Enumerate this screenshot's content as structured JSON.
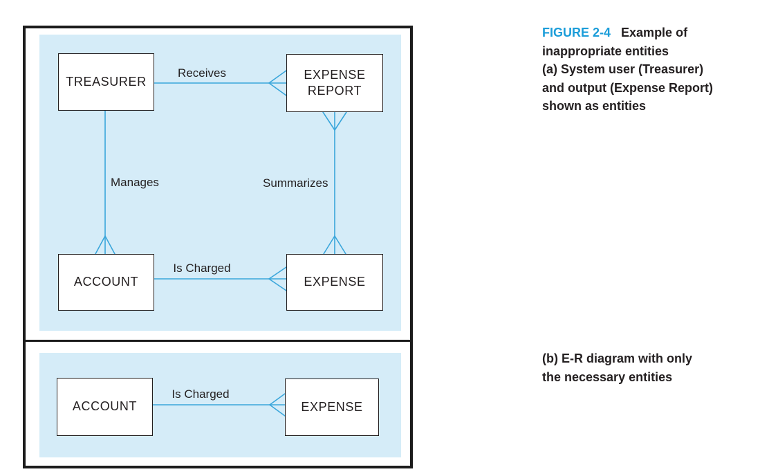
{
  "caption": {
    "figure_label": "FIGURE 2-4",
    "title_line1": "Example of",
    "title_line2": "inappropriate entities",
    "part_a_line1": "(a) System user (Treasurer)",
    "part_a_line2": "and output (Expense Report)",
    "part_a_line3": "shown as entities",
    "part_b_line1": "(b) E-R diagram with only",
    "part_b_line2": "the necessary entities"
  },
  "panel_a": {
    "entities": {
      "treasurer": {
        "label": "TREASURER"
      },
      "expense_report": {
        "label": "EXPENSE REPORT"
      },
      "account": {
        "label": "ACCOUNT"
      },
      "expense": {
        "label": "EXPENSE"
      }
    },
    "relationships": {
      "receives": {
        "label": "Receives",
        "from": "TREASURER",
        "to": "EXPENSE REPORT",
        "crow_foot_at": "EXPENSE REPORT"
      },
      "manages": {
        "label": "Manages",
        "from": "TREASURER",
        "to": "ACCOUNT",
        "crow_foot_at": "ACCOUNT"
      },
      "summarizes": {
        "label": "Summarizes",
        "from": "EXPENSE REPORT",
        "to": "EXPENSE",
        "crow_foot_at": "EXPENSE REPORT and EXPENSE"
      },
      "is_charged": {
        "label": "Is Charged",
        "from": "ACCOUNT",
        "to": "EXPENSE",
        "crow_foot_at": "EXPENSE"
      }
    }
  },
  "panel_b": {
    "entities": {
      "account": {
        "label": "ACCOUNT"
      },
      "expense": {
        "label": "EXPENSE"
      }
    },
    "relationships": {
      "is_charged": {
        "label": "Is Charged",
        "from": "ACCOUNT",
        "to": "EXPENSE",
        "crow_foot_at": "EXPENSE"
      }
    }
  },
  "colors": {
    "panel_background": "#D5ECF8",
    "relationship_line": "#3AA6DB",
    "figure_label": "#1B9DD9",
    "text": "#231F20",
    "frame_border": "#1C1C1C"
  }
}
